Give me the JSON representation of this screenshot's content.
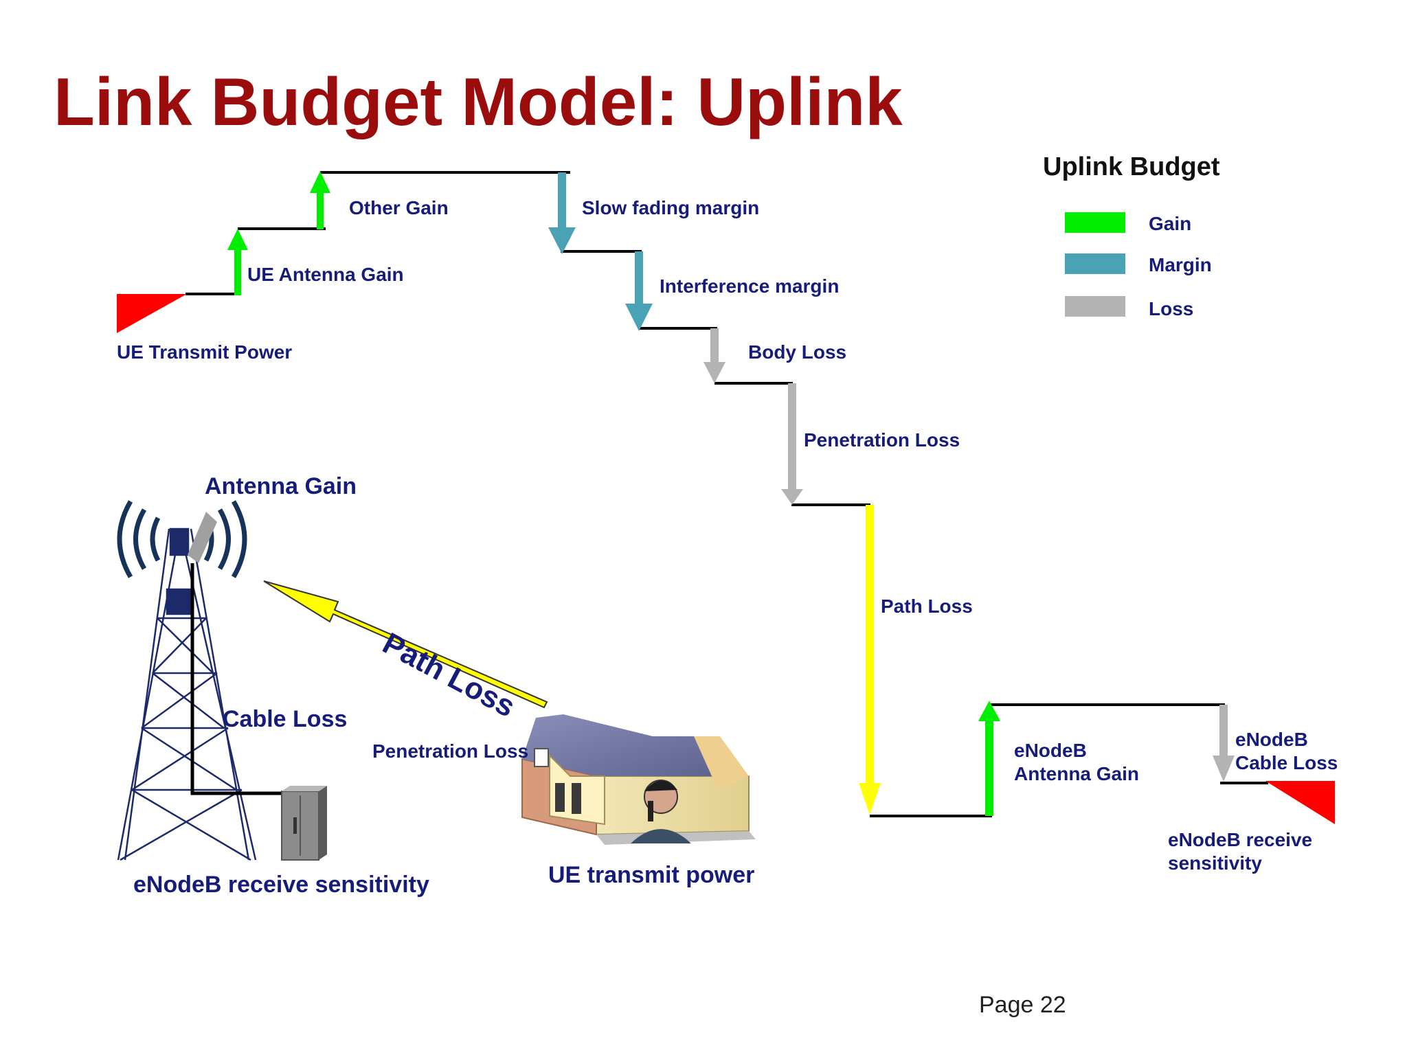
{
  "title": "Link Budget Model: Uplink",
  "legend": {
    "title": "Uplink Budget",
    "items": [
      {
        "label": "Gain",
        "color": "#00ee00"
      },
      {
        "label": "Margin",
        "color": "#4aa3b4"
      },
      {
        "label": "Loss",
        "color": "#b3b3b3"
      }
    ]
  },
  "staircase": {
    "ue_transmit_power": "UE Transmit Power",
    "ue_antenna_gain": "UE Antenna Gain",
    "other_gain": "Other Gain",
    "slow_fading_margin": "Slow fading margin",
    "interference_margin": "Interference margin",
    "body_loss": "Body Loss",
    "penetration_loss": "Penetration Loss",
    "path_loss": "Path Loss",
    "enodeb_antenna_gain_1": "eNodeB",
    "enodeb_antenna_gain_2": "Antenna Gain",
    "enodeb_cable_loss_1": "eNodeB",
    "enodeb_cable_loss_2": "Cable Loss",
    "enodeb_rx_sens_1": "eNodeB receive",
    "enodeb_rx_sens_2": "sensitivity"
  },
  "illustration": {
    "antenna_gain": "Antenna Gain",
    "cable_loss": "Cable Loss",
    "path_loss": "Path Loss",
    "penetration_loss": "Penetration Loss",
    "enodeb_receive_sensitivity": "eNodeB receive sensitivity",
    "ue_transmit_power": "UE transmit power"
  },
  "colors": {
    "title": "#9b0d0d",
    "label": "#161c7a",
    "gain": "#00ee00",
    "margin": "#4aa3b4",
    "loss": "#b3b3b3",
    "path_loss": "#ffff00",
    "power": "#ff0000"
  },
  "page": "Page 22"
}
